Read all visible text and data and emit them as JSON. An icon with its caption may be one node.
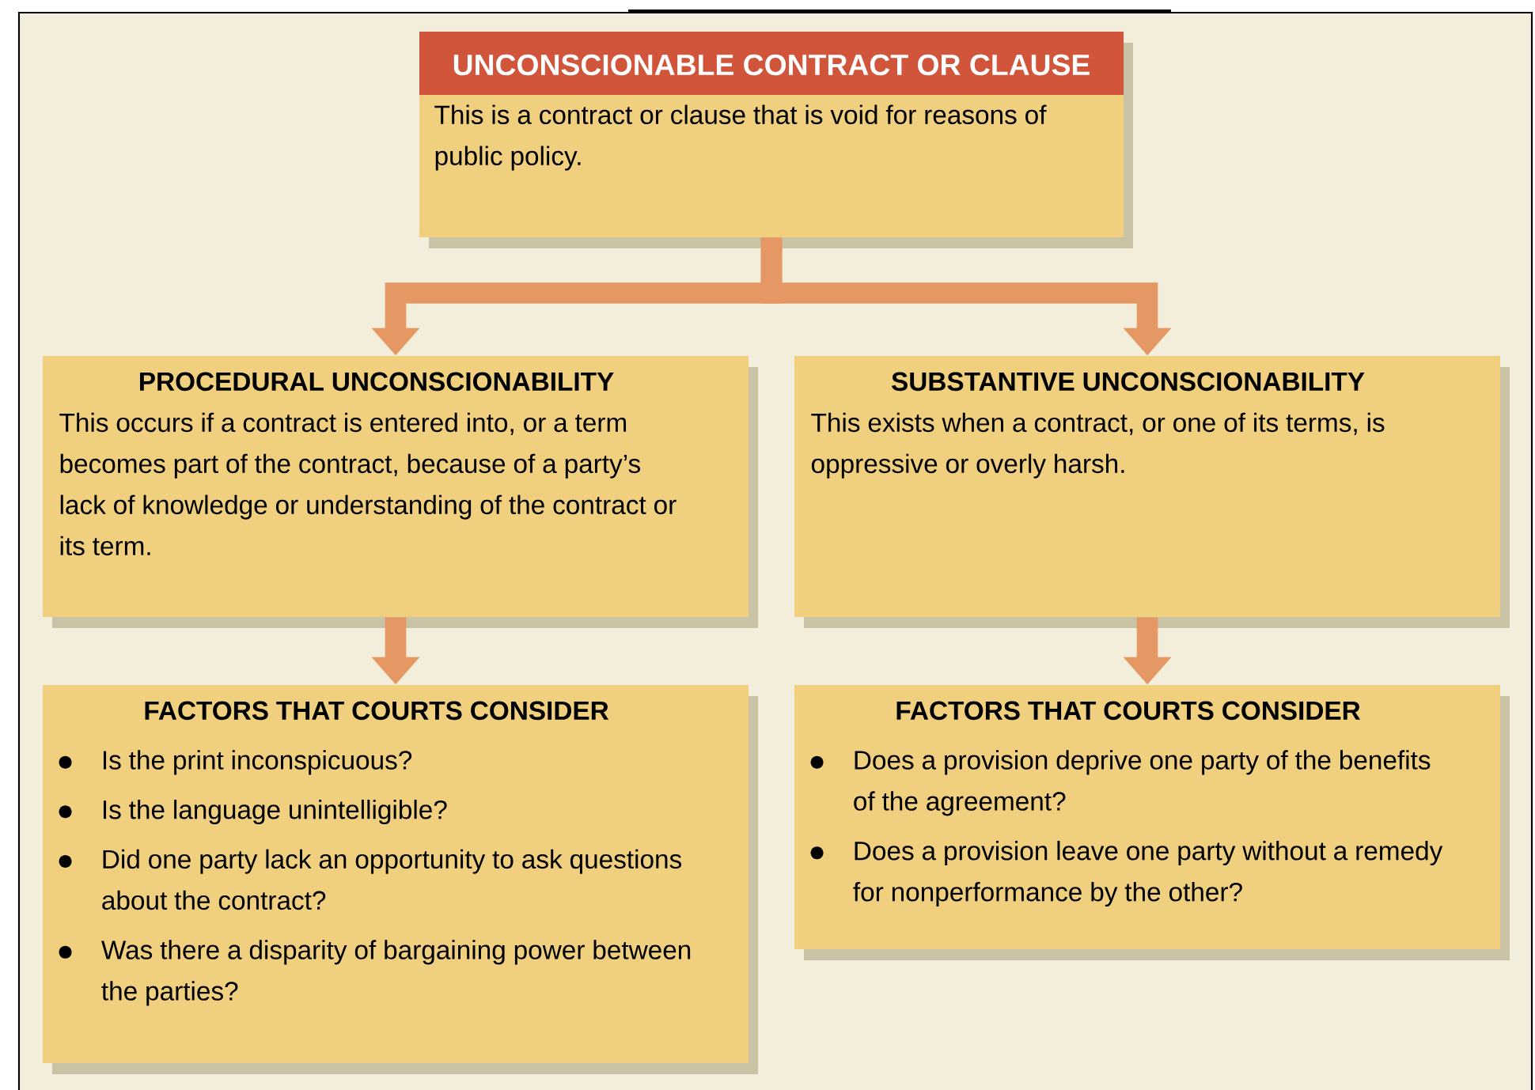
{
  "diagram": {
    "nodes": [
      {
        "text": [
          "UNCONSCIONABLE CONTRACT OR CLAUSE",
          "This is a contract or clause that is void for reasons of public policy."
        ]
      },
      {
        "text": [
          "PROCEDURAL UNCONSCIONABILITY",
          "This occurs if a contract is entered into, or a term becomes part of the contract, because of a party’s lack of knowledge or understanding of the contract or its term."
        ]
      },
      {
        "text": [
          "SUBSTANTIVE UNCONSCIONABILITY",
          "This exists when a contract, or one of its terms, is oppressive or overly harsh."
        ]
      },
      {
        "text": [
          "FACTORS THAT COURTS CONSIDER",
          "Is the print inconspicuous?",
          "Is the language unintelligible?",
          "Did one party lack an opportunity to ask questions about the contract?",
          "Was there a disparity of bargaining power between the parties?"
        ]
      },
      {
        "text": [
          "FACTORS THAT COURTS CONSIDER",
          "Does a provision deprive one party of the benefits of the agreement?",
          "Does a provision leave one party without a remedy for nonperformance by the other?"
        ]
      }
    ],
    "edges": [
      {
        "from": 0,
        "to": 1,
        "arrow": "to"
      },
      {
        "from": 0,
        "to": 2,
        "arrow": "to"
      },
      {
        "from": 1,
        "to": 3,
        "arrow": "to"
      },
      {
        "from": 2,
        "to": 4,
        "arrow": "to"
      }
    ]
  }
}
